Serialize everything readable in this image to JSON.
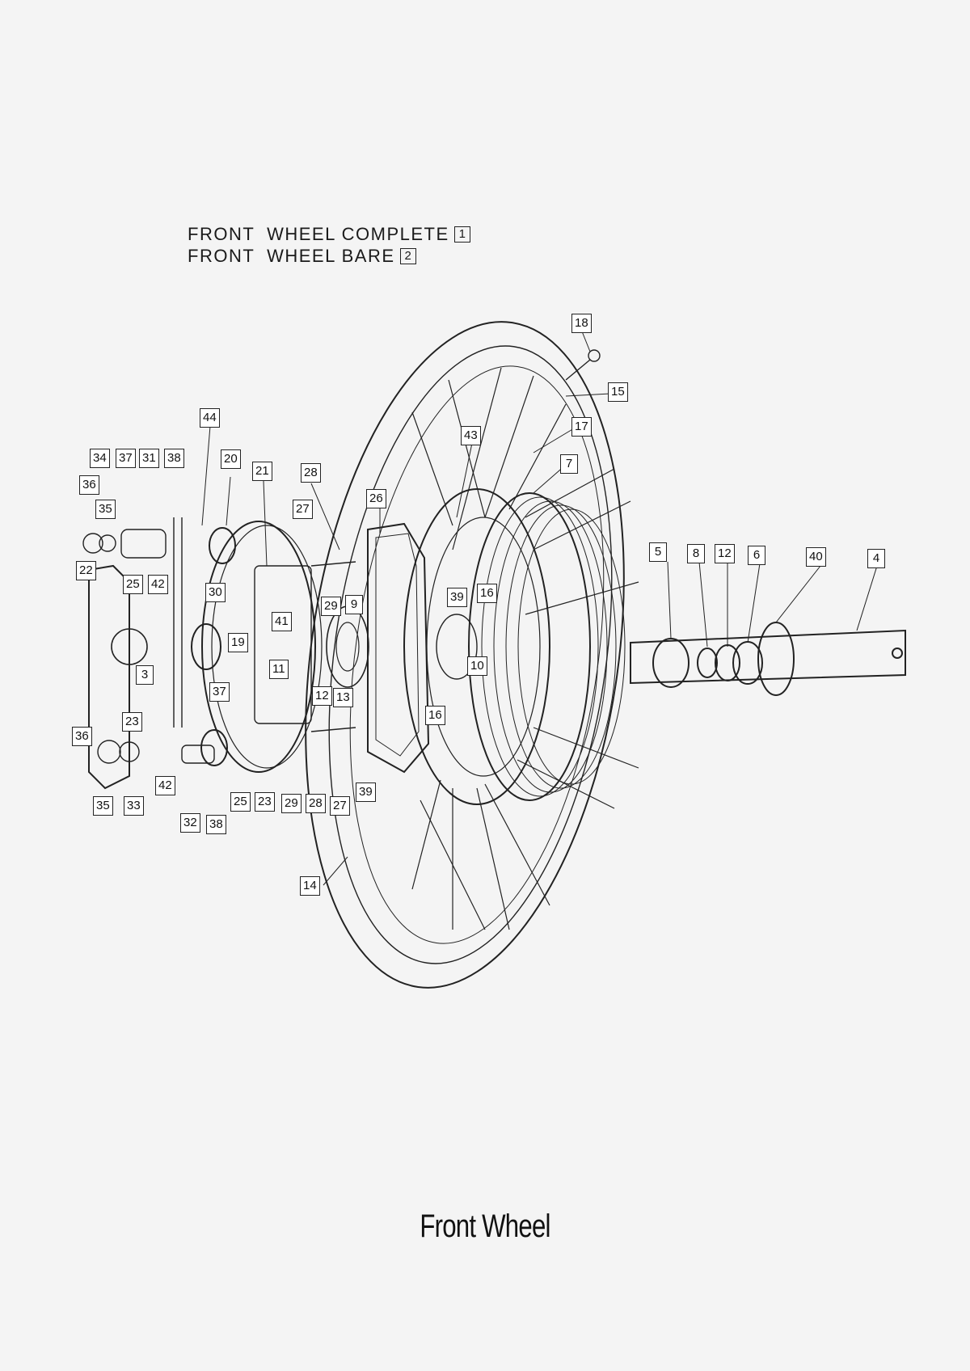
{
  "header": {
    "line1_text": "FRONT  WHEEL COMPLETE",
    "line1_ref": "1",
    "line2_text": "FRONT  WHEEL BARE",
    "line2_ref": "2"
  },
  "caption": "Front Wheel",
  "callouts": [
    "18",
    "15",
    "17",
    "7",
    "43",
    "44",
    "34",
    "37",
    "31",
    "38",
    "20",
    "21",
    "28",
    "26",
    "27",
    "36",
    "35",
    "5",
    "8",
    "12",
    "6",
    "40",
    "4",
    "22",
    "25",
    "42",
    "30",
    "29",
    "9",
    "39",
    "16",
    "41",
    "19",
    "10",
    "3",
    "11",
    "12",
    "13",
    "37",
    "23",
    "16",
    "36",
    "39",
    "42",
    "25",
    "23",
    "29",
    "28",
    "27",
    "35",
    "33",
    "32",
    "38",
    "14"
  ],
  "colors": {
    "line": "#222222",
    "background": "#f4f4f4"
  }
}
